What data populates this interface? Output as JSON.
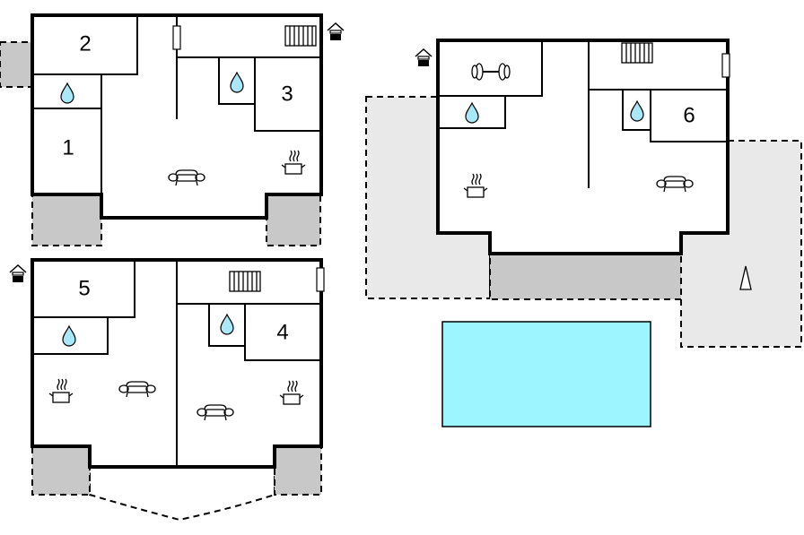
{
  "colors": {
    "pool": "#9cf5ff",
    "water_drop": "#a8e8f8",
    "terrace_dark": "#c8c8c8",
    "terrace_light": "#e9e9e9",
    "wall": "#000000"
  },
  "rooms": {
    "r1": "1",
    "r2": "2",
    "r3": "3",
    "r4": "4",
    "r5": "5",
    "r6": "6"
  },
  "icons": [
    "bathroom-drop-icon",
    "sofa-icon",
    "kitchen-pot-icon",
    "staircase-icon",
    "entrance-house-icon",
    "fireplace-icon",
    "fitness-dumbbell-icon",
    "tree-icon"
  ]
}
